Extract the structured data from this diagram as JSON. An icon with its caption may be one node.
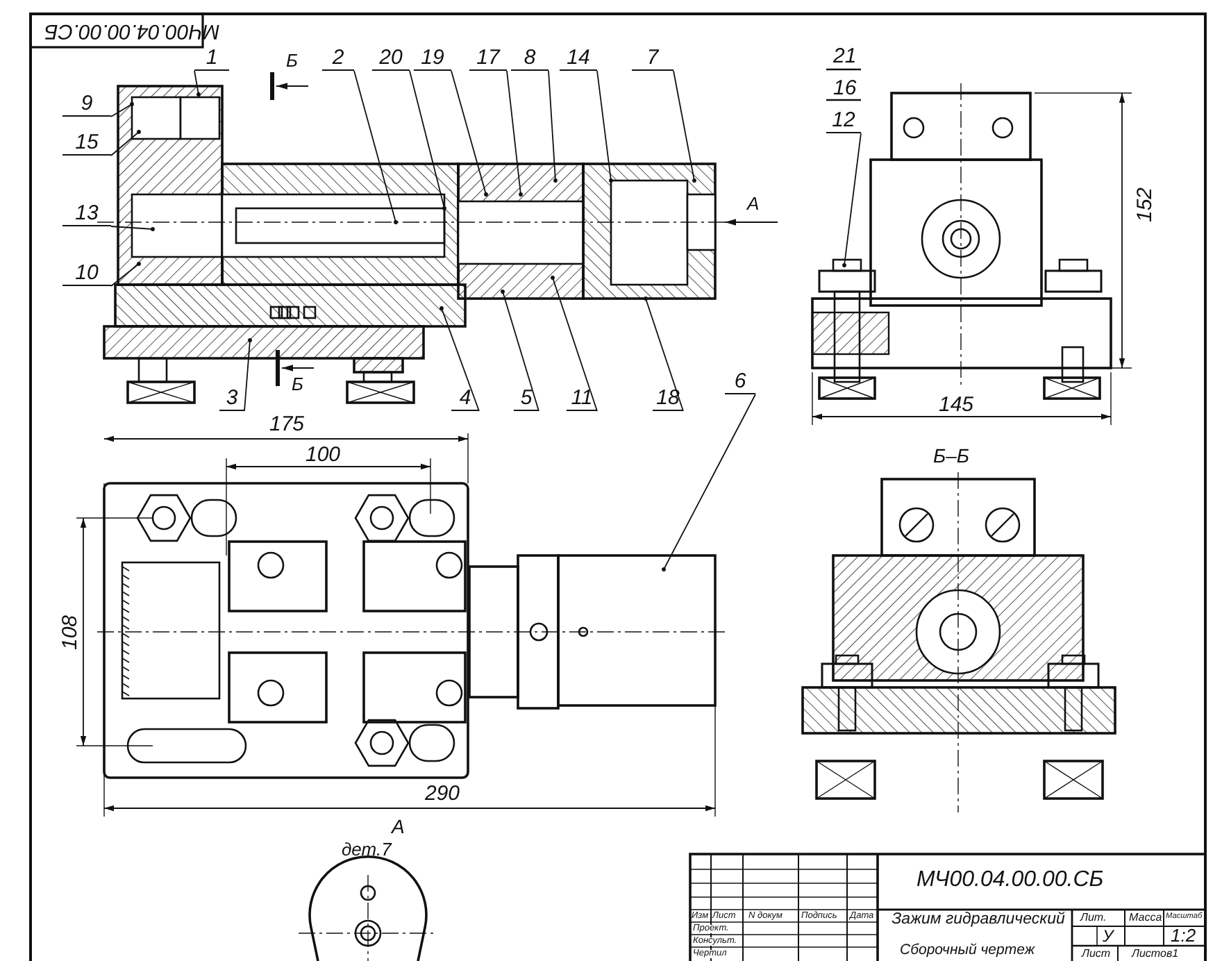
{
  "diagram": {
    "title": "Зажим гидравлический",
    "nodes": [
      {
        "text": [
          "1"
        ]
      },
      {
        "text": [
          "9"
        ]
      },
      {
        "text": [
          "15"
        ]
      },
      {
        "text": [
          "13"
        ]
      },
      {
        "text": [
          "10"
        ]
      },
      {
        "text": [
          "2"
        ]
      },
      {
        "text": [
          "20"
        ]
      },
      {
        "text": [
          "19"
        ]
      },
      {
        "text": [
          "17"
        ]
      },
      {
        "text": [
          "8"
        ]
      },
      {
        "text": [
          "14"
        ]
      },
      {
        "text": [
          "7"
        ]
      },
      {
        "text": [
          "12"
        ]
      },
      {
        "text": [
          "3"
        ]
      },
      {
        "text": [
          "4"
        ]
      },
      {
        "text": [
          "5"
        ]
      },
      {
        "text": [
          "11"
        ]
      },
      {
        "text": [
          "18"
        ]
      },
      {
        "text": [
          "6"
        ]
      }
    ],
    "edges": [
      {
        "from": 0,
        "to": null,
        "arrow": "other"
      },
      {
        "from": 1,
        "to": null,
        "arrow": "other"
      },
      {
        "from": 2,
        "to": null,
        "arrow": "other"
      },
      {
        "from": 3,
        "to": null,
        "arrow": "other"
      },
      {
        "from": 4,
        "to": null,
        "arrow": "other"
      },
      {
        "from": 5,
        "to": null,
        "arrow": "other"
      },
      {
        "from": 6,
        "to": null,
        "arrow": "other"
      },
      {
        "from": 7,
        "to": null,
        "arrow": "other"
      },
      {
        "from": 8,
        "to": null,
        "arrow": "other"
      },
      {
        "from": 9,
        "to": null,
        "arrow": "other"
      },
      {
        "from": 10,
        "to": null,
        "arrow": "other"
      },
      {
        "from": 11,
        "to": null,
        "arrow": "other"
      },
      {
        "from": 12,
        "to": null,
        "arrow": "other"
      },
      {
        "from": 13,
        "to": null,
        "arrow": "other"
      },
      {
        "from": 14,
        "to": null,
        "arrow": "other"
      },
      {
        "from": 15,
        "to": null,
        "arrow": "other"
      },
      {
        "from": 16,
        "to": null,
        "arrow": "other"
      },
      {
        "from": 17,
        "to": null,
        "arrow": "other"
      },
      {
        "from": 18,
        "to": null,
        "arrow": "other"
      }
    ],
    "labels": [
      "МЧ00.04.00.00.СБ",
      "21",
      "16",
      "Б",
      "А",
      "152",
      "Б",
      "175",
      "100",
      "145",
      "Б–Б",
      "108",
      "290",
      "А",
      "дет.7",
      "МЧ00.04.00.00.СБ",
      "Изм",
      "Лист",
      "N докум",
      "Подпись",
      "Дата",
      "Проект.",
      "Консульт.",
      "Чертил",
      "Сборочный чертеж",
      "Лит.",
      "Масса",
      "Масштаб",
      "У",
      "1:2",
      "Лист",
      "Листов1"
    ]
  }
}
